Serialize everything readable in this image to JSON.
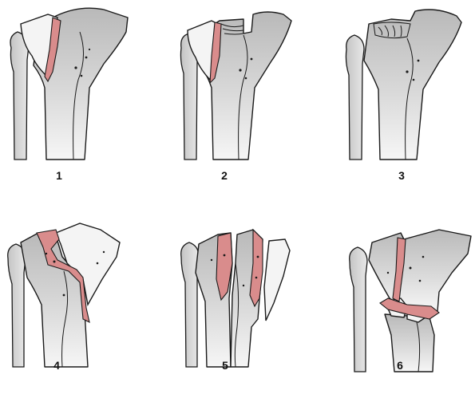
{
  "colors": {
    "bone_light": "#f2f2f2",
    "bone_dark": "#bdbdbd",
    "fracture": "#d98c8c",
    "outline": "#1a1a1a"
  },
  "panels": [
    {
      "label": "1"
    },
    {
      "label": "2"
    },
    {
      "label": "3"
    },
    {
      "label": "4"
    },
    {
      "label": "5"
    },
    {
      "label": "6"
    }
  ]
}
